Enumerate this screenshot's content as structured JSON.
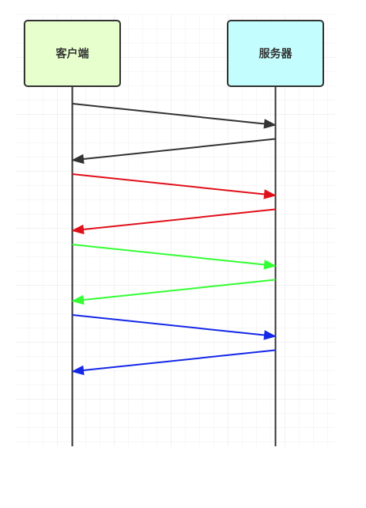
{
  "diagram": {
    "type": "sequence",
    "participants": [
      {
        "id": "client",
        "label": "客户端",
        "fill": "#e6ffcc"
      },
      {
        "id": "server",
        "label": "服务器",
        "fill": "#c4fdfd"
      }
    ],
    "messages": [
      {
        "from": "client",
        "to": "server",
        "color": "#333333"
      },
      {
        "from": "server",
        "to": "client",
        "color": "#333333"
      },
      {
        "from": "client",
        "to": "server",
        "color": "#e0101a"
      },
      {
        "from": "server",
        "to": "client",
        "color": "#e0101a"
      },
      {
        "from": "client",
        "to": "server",
        "color": "#33ff33"
      },
      {
        "from": "server",
        "to": "client",
        "color": "#33ff33"
      },
      {
        "from": "client",
        "to": "server",
        "color": "#1428e8"
      },
      {
        "from": "server",
        "to": "client",
        "color": "#1428e8"
      }
    ],
    "colors": {
      "lifeline": "#333333",
      "box_stroke": "#333333",
      "grid": "#e8e8e8"
    }
  }
}
